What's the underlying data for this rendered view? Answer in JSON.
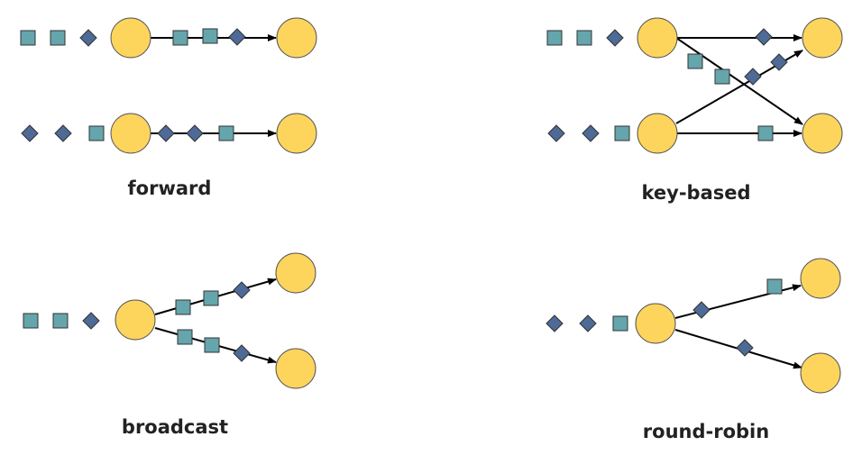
{
  "colors": {
    "node_fill": "#FDD55D",
    "square_fill": "#65A5AC",
    "diamond_fill": "#4E6A96",
    "edge": "#000000"
  },
  "icons": {
    "node": "circle",
    "record_a": "square",
    "record_b": "diamond"
  },
  "panels": [
    {
      "id": "forward",
      "label": "forward"
    },
    {
      "id": "key-based",
      "label": "key-based"
    },
    {
      "id": "broadcast",
      "label": "broadcast"
    },
    {
      "id": "round-robin",
      "label": "round-robin"
    }
  ]
}
